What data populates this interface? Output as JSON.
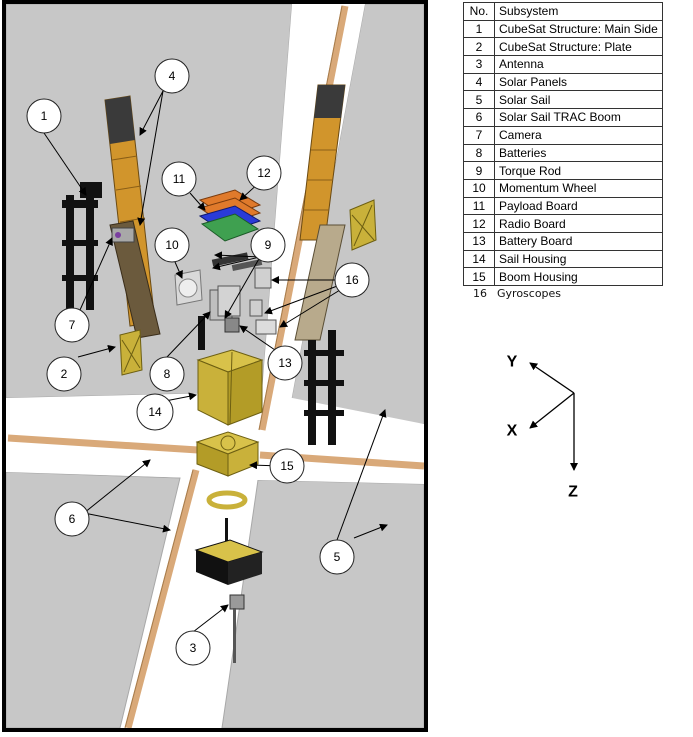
{
  "table": {
    "header_no": "No.",
    "header_subsystem": "Subsystem",
    "rows": [
      {
        "no": "1",
        "name": "CubeSat Structure: Main Side"
      },
      {
        "no": "2",
        "name": "CubeSat Structure: Plate"
      },
      {
        "no": "3",
        "name": "Antenna"
      },
      {
        "no": "4",
        "name": "Solar Panels"
      },
      {
        "no": "5",
        "name": "Solar Sail"
      },
      {
        "no": "6",
        "name": "Solar Sail TRAC Boom"
      },
      {
        "no": "7",
        "name": "Camera"
      },
      {
        "no": "8",
        "name": "Batteries"
      },
      {
        "no": "9",
        "name": "Torque Rod"
      },
      {
        "no": "10",
        "name": "Momentum Wheel"
      },
      {
        "no": "11",
        "name": "Payload Board"
      },
      {
        "no": "12",
        "name": "Radio Board"
      },
      {
        "no": "13",
        "name": "Battery Board"
      },
      {
        "no": "14",
        "name": "Sail Housing"
      },
      {
        "no": "15",
        "name": "Boom Housing"
      }
    ],
    "extra_row": {
      "no": "16",
      "name": "Gyroscopes"
    }
  },
  "axes": {
    "y": "Y",
    "x": "X",
    "z": "Z"
  },
  "callouts": {
    "c1": "1",
    "c2": "2",
    "c3": "3",
    "c4": "4",
    "c5": "5",
    "c6": "6",
    "c7": "7",
    "c8": "8",
    "c9": "9",
    "c10": "10",
    "c11": "11",
    "c12": "12",
    "c13": "13",
    "c14": "14",
    "c15": "15",
    "c16": "16"
  },
  "colors": {
    "sail": "#c7c7c7",
    "boom": "#d9a979",
    "solar_panel": "#d1952c",
    "housing": "#c9b13a",
    "frame": "#111111"
  }
}
